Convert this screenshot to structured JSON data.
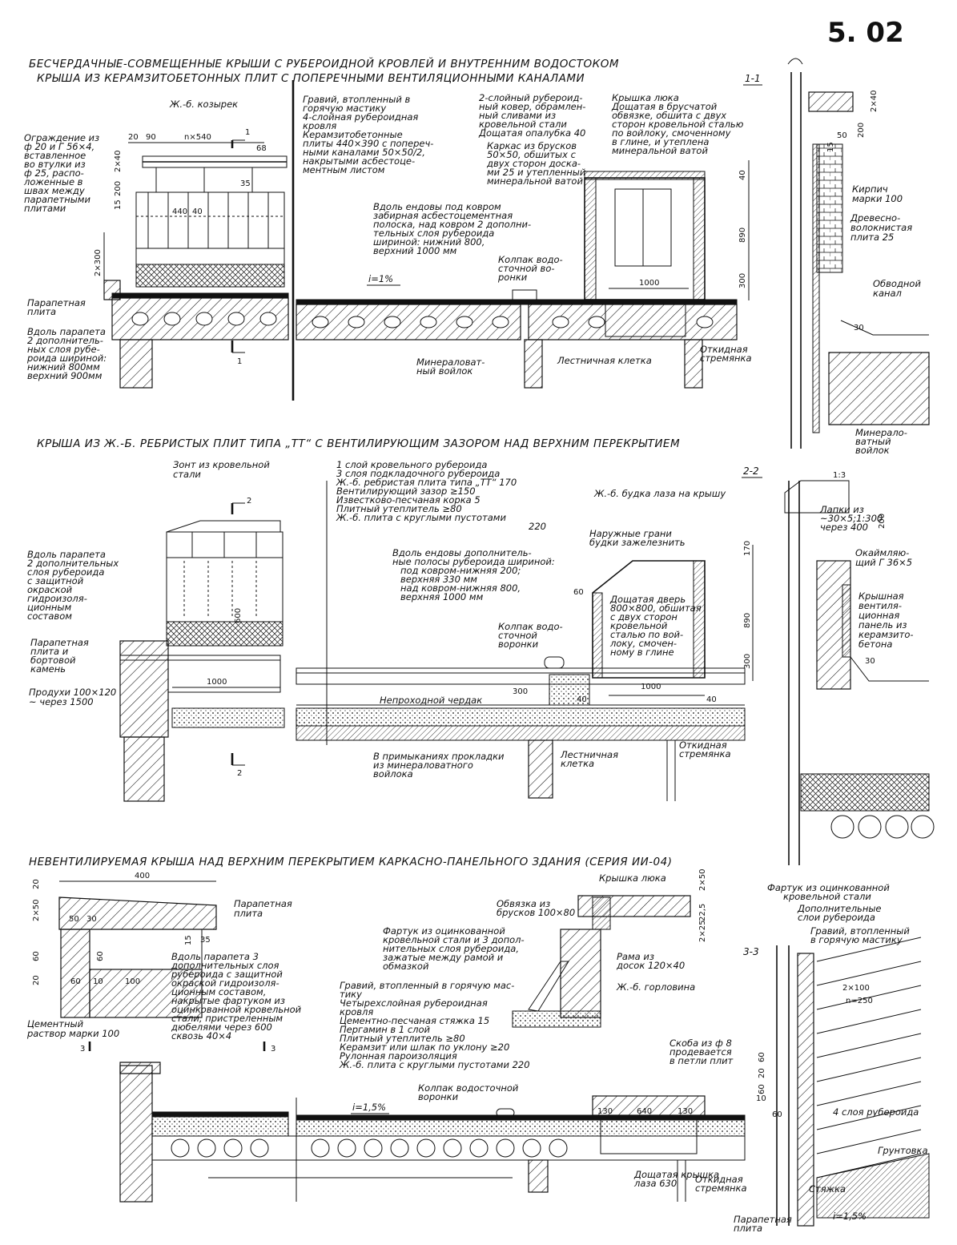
{
  "sheet": {
    "number": "5. 02"
  },
  "section1": {
    "title_line1": "БЕСЧЕРДАЧНЫЕ-СОВМЕЩЕННЫЕ КРЫШИ С РУБЕРОИДНОЙ КРОВЛЕЙ И ВНУТРЕННИМ ВОДОСТОКОМ",
    "title_line2": "КРЫША ИЗ КЕРАМЗИТОБЕТОННЫХ ПЛИТ С ПОПЕРЕЧНЫМИ ВЕНТИЛЯЦИОННЫМИ КАНАЛАМИ",
    "section_mark": "1-1",
    "cut_mark": "1",
    "slope": "i=1%",
    "labels": {
      "canopy": "Ж.-б. козырек",
      "fence": [
        "Ограждение из",
        "ф 20 и Г 56×4,",
        "вставленное",
        "во втулки из",
        "ф 25, распо-",
        "ложенные в",
        "швах между",
        "парапетными",
        "плитами"
      ],
      "gravel": [
        "Гравий, втопленный в",
        "горячую мастику",
        "4-слойная рубероидная",
        "кровля",
        "Керамзитобетонные",
        "плиты 440×390 с попереч-",
        "ными каналами 50×50/2,",
        "накрытыми асбестоце-",
        "ментным листом"
      ],
      "carpet": [
        "2-слойный рубероид-",
        "ный ковер, обрамлен-",
        "ный сливами из",
        "кровельной стали",
        "Дощатая опалубка 40"
      ],
      "hatch_cover": [
        "Крышка люка",
        "Дощатая в брусчатой",
        "обвязке, обшита с двух",
        "сторон кровельной сталью",
        "по войлоку, смоченному",
        "в глине, и утеплена",
        "минеральной ватой"
      ],
      "frame": [
        "Каркас из брусков",
        "50×50, обшитых с",
        "двух сторон доска-",
        "ми 25 и утепленный",
        "минеральной ватой"
      ],
      "valley": [
        "Вдоль ендовы под ковром",
        "забирная асбестоцементная",
        "полоска, над ковром 2 дополни-",
        "тельных слоя рубероида",
        "шириной: нижний 800,",
        "верхний 1000 мм"
      ],
      "drain_cap": [
        "Колпак водо-",
        "сточной во-",
        "ронки"
      ],
      "parapet_slab": [
        "Парапетная",
        "плита"
      ],
      "parapet_layers": [
        "Вдоль парапета",
        "2 дополнитель-",
        "ных слоя рубе-",
        "роида шириной:",
        "нижний 800мм",
        "верхний 900мм"
      ],
      "mineral_felt": [
        "Минераловат-",
        "ный войлок"
      ],
      "stairwell": "Лестничная клетка",
      "folding_ladder": [
        "Откидная",
        "стремянка"
      ],
      "brick": [
        "Кирпич",
        "марки 100"
      ],
      "fiberboard": [
        "Древесно-",
        "волокнистая",
        "плита 25"
      ],
      "bypass": [
        "Обводной",
        "канал"
      ],
      "mineral_felt2": [
        "Минерало-",
        "ватный",
        "войлок"
      ]
    },
    "dims": [
      "20",
      "90",
      "n×540",
      "68",
      "35",
      "440",
      "40",
      "2×40",
      "200",
      "15",
      "2×300",
      "40",
      "890",
      "300",
      "1000",
      "50",
      "200",
      "2×40",
      "15",
      "30"
    ]
  },
  "section2": {
    "title": "КРЫША ИЗ Ж.-Б. РЕБРИСТЫХ ПЛИТ ТИПА „ТТ“ С ВЕНТИЛИРУЮЩИМ ЗАЗОРОМ НАД ВЕРХНИМ ПЕРЕКРЫТИЕМ",
    "section_mark": "2-2",
    "cut_mark": "2",
    "labels": {
      "umbrella": [
        "Зонт из кровельной",
        "стали"
      ],
      "layers": [
        "1 слой кровельного рубероида",
        "3 слоя подкладочного рубероида",
        "Ж.-б. ребристая плита типа „ТТ“ 170",
        "Вентилирующий зазор ≥150",
        "Известково-песчаная корка 5",
        "Плитный утеплитель ≥80",
        "Ж.-б. плита с круглыми пустотами",
        "220"
      ],
      "booth": "Ж.-б. будка лаза на крышу",
      "edges": [
        "Наружные грани",
        "будки зажелезнить"
      ],
      "valley": [
        "Вдоль ендовы дополнитель-",
        "ные полосы рубероида шириной:",
        "под ковром-нижняя 200;",
        "верхняя 330 мм",
        "над ковром-нижняя 800,",
        "верхняя 1000 мм"
      ],
      "door": [
        "Дощатая дверь",
        "800×800, обшитая",
        "с двух сторон",
        "кровельной",
        "сталью по вой-",
        "локу, смочен-",
        "ному в глине"
      ],
      "parapet": [
        "Вдоль парапета",
        "2 дополнительных",
        "слоя рубероида",
        "с защитной",
        "окраской",
        "гидроизоля-",
        "ционным",
        "составом"
      ],
      "parapet_slab": [
        "Парапетная",
        "плита и",
        "бортовой",
        "камень"
      ],
      "vents": [
        "Продухи 100×120",
        "~ через 1500"
      ],
      "drain_cap": [
        "Колпак водо-",
        "сточной",
        "воронки"
      ],
      "attic": "Непроходной чердак",
      "mineral_pads": [
        "В примыканиях прокладки",
        "из минераловатного",
        "войлока"
      ],
      "stairwell": [
        "Лестничная",
        "клетка"
      ],
      "folding_ladder": [
        "Откидная",
        "стремянка"
      ],
      "laths": [
        "Лапки из",
        "~30×5;1:300",
        "через 400"
      ],
      "edging": [
        "Окаймляю-",
        "щий Г 36×5"
      ],
      "roof_panel": [
        "Крышная",
        "вентиля-",
        "ционная",
        "панель из",
        "керамзито-",
        "бетона"
      ]
    },
    "dims": [
      "600",
      "1000",
      "300",
      "40",
      "60",
      "890",
      "300",
      "1000",
      "40",
      "170",
      "1:3",
      "200",
      "30"
    ]
  },
  "section3": {
    "title": "НЕВЕНТИЛИРУЕМАЯ КРЫША НАД ВЕРХНИМ ПЕРЕКРЫТИЕМ КАРКАСНО-ПАНЕЛЬНОГО ЗДАНИЯ (СЕРИЯ ИИ-04)",
    "section_mark": "3-3",
    "cut_mark": "3",
    "slope": "i=1,5%",
    "slope2": "i=1,5%",
    "labels": {
      "parapet_slab": [
        "Парапетная",
        "плита"
      ],
      "parapet_layers": [
        "Вдоль парапета 3",
        "дополнительных слоя",
        "рубероида с защитной",
        "окраской гидроизоля-",
        "ционным составом,",
        "накрытые фартуком из",
        "оцинкованной кровельной",
        "стали, пристреленным",
        "дюбелями через 600",
        "сквозь 40×4"
      ],
      "mortar": [
        "Цементный",
        "раствор марки 100"
      ],
      "hatch_cover": "Крышка люка",
      "binding": [
        "Обвязка из",
        "брусков 100×80"
      ],
      "apron": [
        "Фартук из оцинкованной",
        "кровельной стали и 3 допол-",
        "нительных слоя рубероида,",
        "зажатые между рамой и",
        "обмазкой"
      ],
      "frame": [
        "Рама из",
        "досок 120×40"
      ],
      "neck": "Ж.-б. горловина",
      "layers": [
        "Гравий, втопленный в горячую мас-",
        "тику",
        "Четырехслойная рубероидная",
        "кровля",
        "Цементно-песчаная стяжка 15",
        "Пергамин в 1 слой",
        "Плитный утеплитель ≥80",
        "Керамзит или шлак по уклону ≥20",
        "Рулонная пароизоляция",
        "Ж.-б. плита с круглыми пустотами 220"
      ],
      "drain_cap": [
        "Колпак водосточной",
        "воронки"
      ],
      "hatch_door": [
        "Дощатая крышка",
        "лаза 630"
      ],
      "folding_ladder": [
        "Откидная",
        "стремянка"
      ],
      "apron_right": [
        "Фартук из оцинкованной",
        "кровельной стали"
      ],
      "extra_layers": [
        "Дополнительные",
        "слои рубероида"
      ],
      "gravel": [
        "Гравий, втопленный",
        "в горячую мастику"
      ],
      "bracket": [
        "Скоба из ф 8",
        "продевается",
        "в петли плит"
      ],
      "four_layer": "4 слоя рубероида",
      "primer": "Грунтовка",
      "screed": "Стяжка",
      "parapet_slab2": [
        "Парапетная",
        "плита"
      ]
    },
    "dims": [
      "400",
      "20",
      "2×50",
      "50",
      "30",
      "35",
      "15",
      "60",
      "20",
      "60",
      "10",
      "100",
      "60",
      "2×50",
      "22,5",
      "2×25",
      "130",
      "640",
      "130",
      "2×100",
      "n=250",
      "60",
      "20",
      "60",
      "10",
      "60"
    ]
  },
  "colors": {
    "ink": "#111111",
    "paper": "#ffffff"
  }
}
